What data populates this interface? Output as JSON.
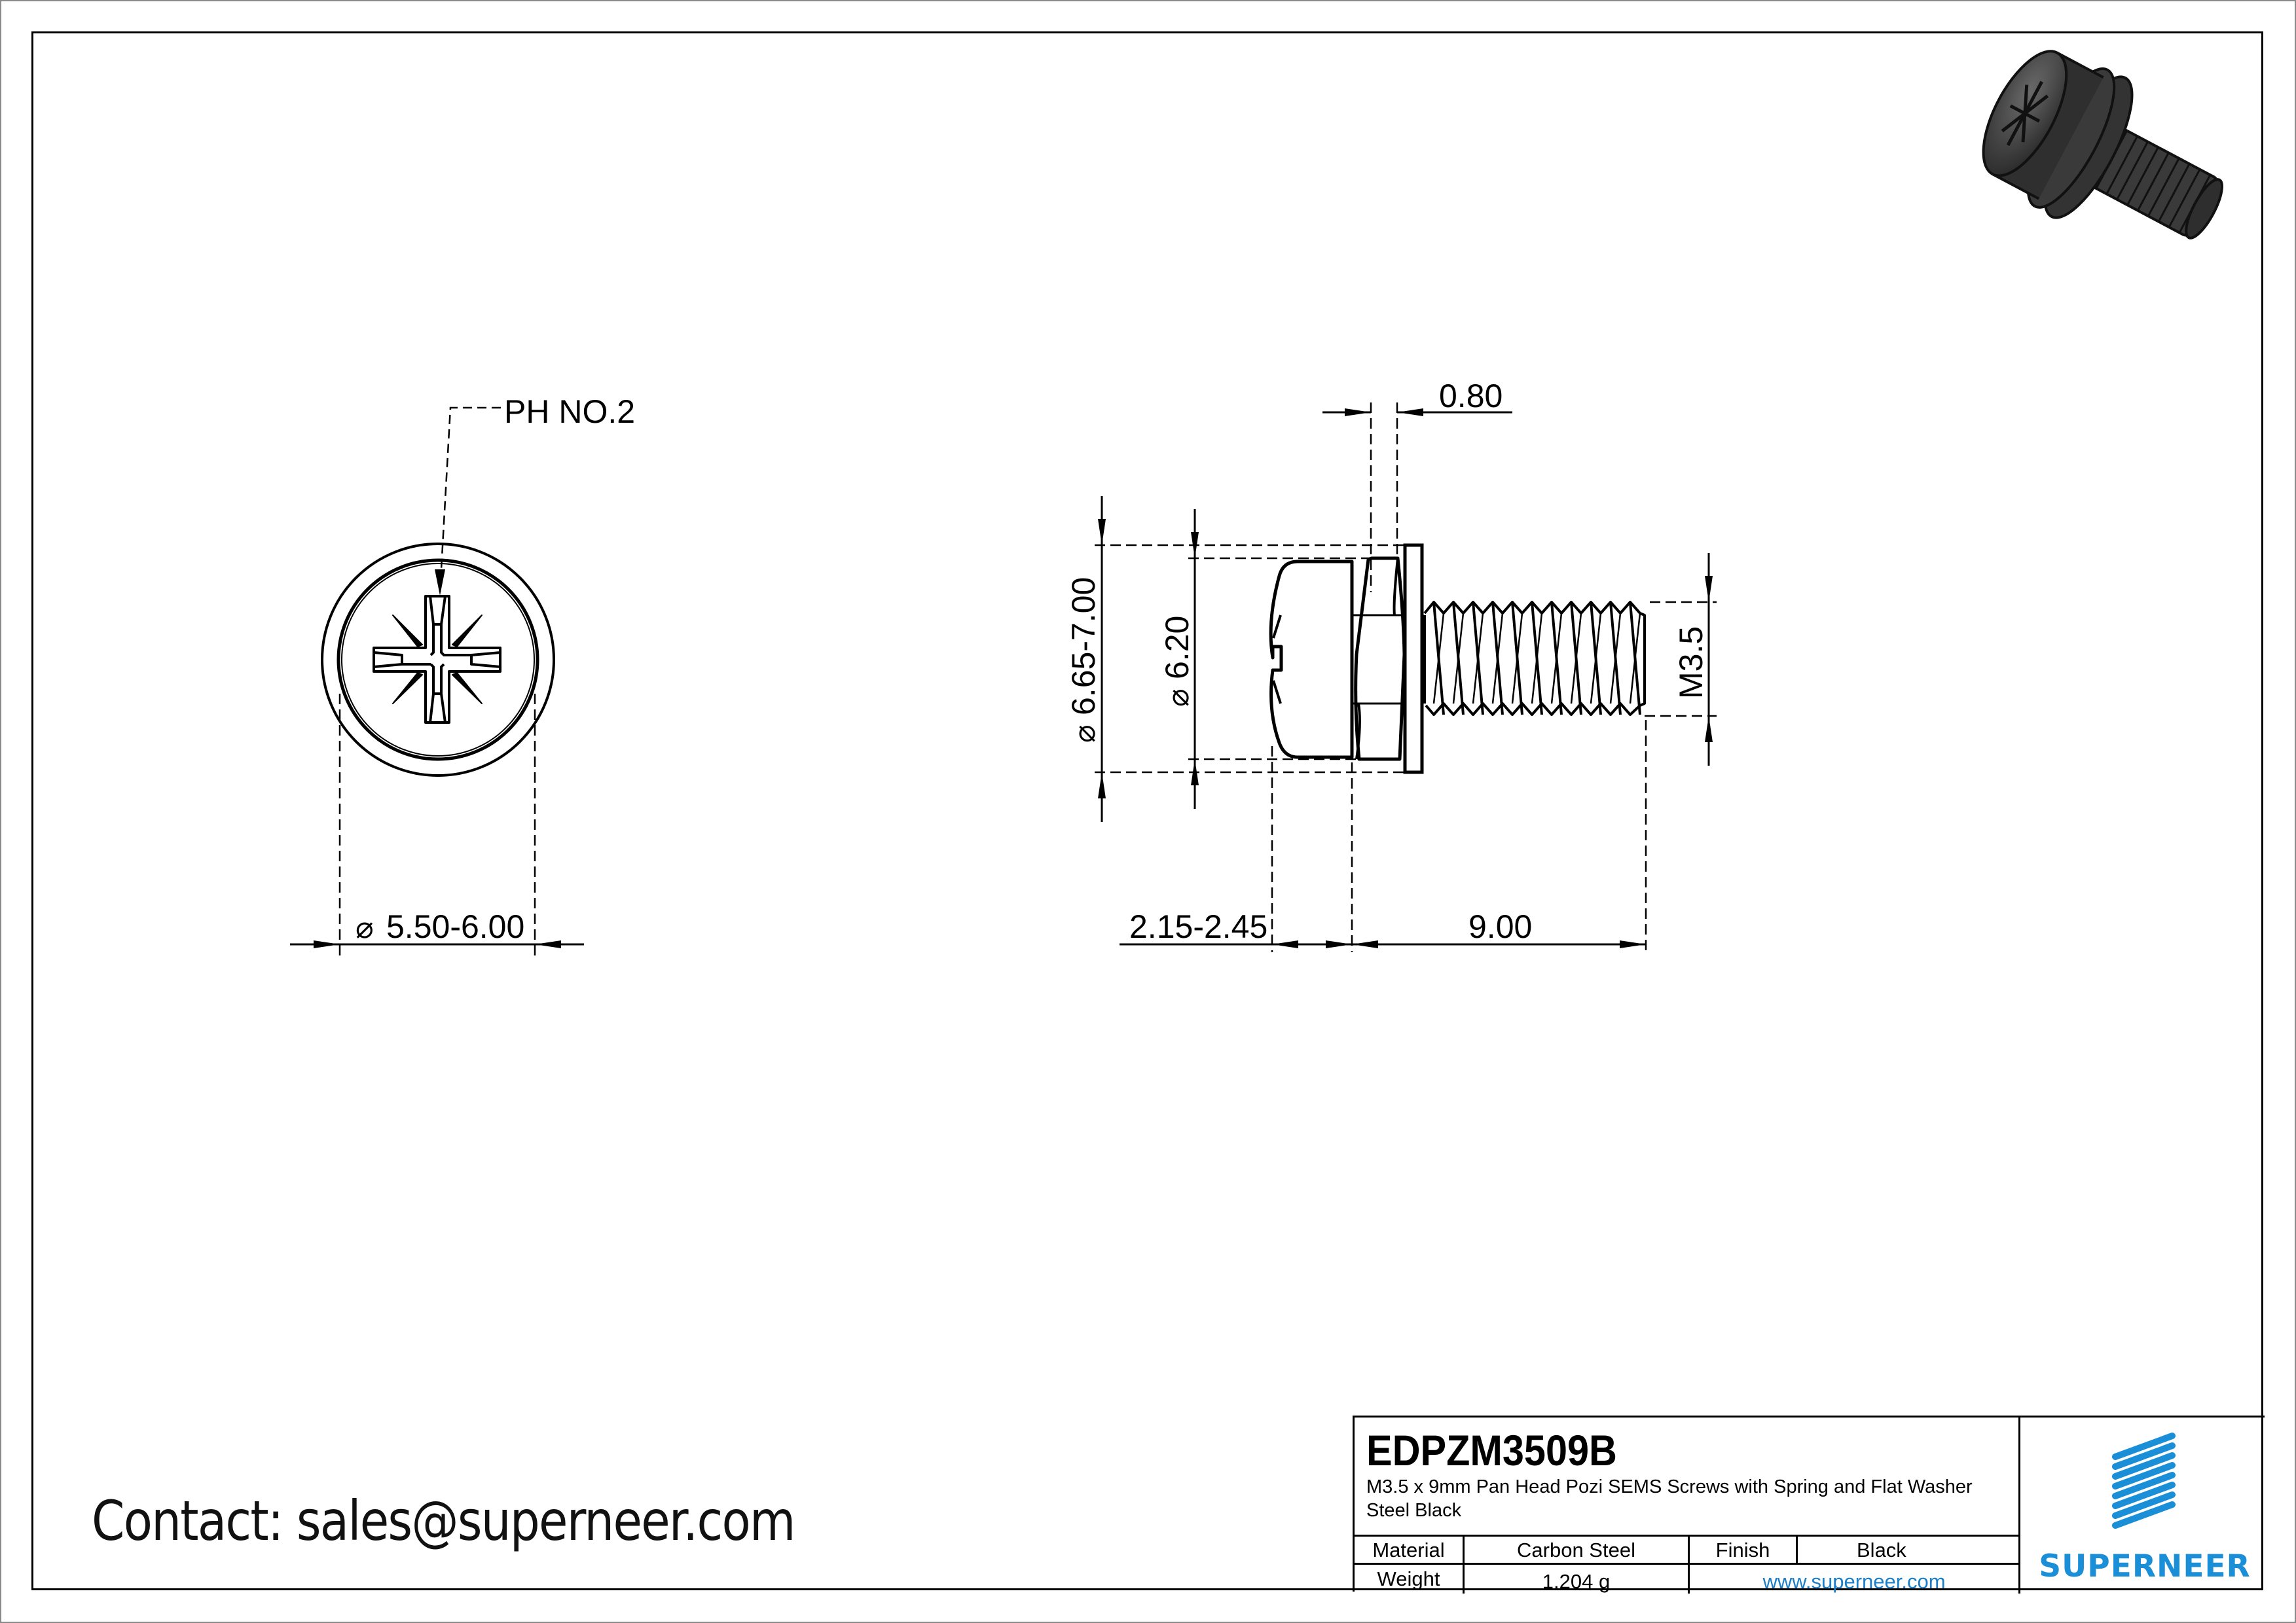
{
  "drawing": {
    "top_view": {
      "callout_label": "PH NO.2",
      "diameter_dim": "5.50-6.00",
      "diameter_symbol": "⌀"
    },
    "side_view": {
      "washer_thickness_dim": "0.80",
      "washer_outer_dia_dim": "6.65-7.00",
      "head_dia_dim": "6.20",
      "thread_size_dim": "M3.5",
      "head_height_dim": "2.15-2.45",
      "length_dim": "9.00",
      "diameter_symbol": "⌀"
    },
    "iso_view": {
      "icon": "screw-3d-render-icon"
    }
  },
  "contact": {
    "text": "Contact: sales@superneer.com"
  },
  "title_block": {
    "part_code": "EDPZM3509B",
    "description": "M3.5 x 9mm Pan Head Pozi SEMS Screws with Spring and Flat Washer Steel Black",
    "material_label": "Material",
    "material_value": "Carbon Steel",
    "finish_label": "Finish",
    "finish_value": "Black",
    "weight_label": "Weight",
    "weight_value": "1.204 g",
    "website": "www.superneer.com",
    "brand": "SUPERNEER",
    "brand_color": "#1a8fd8"
  }
}
